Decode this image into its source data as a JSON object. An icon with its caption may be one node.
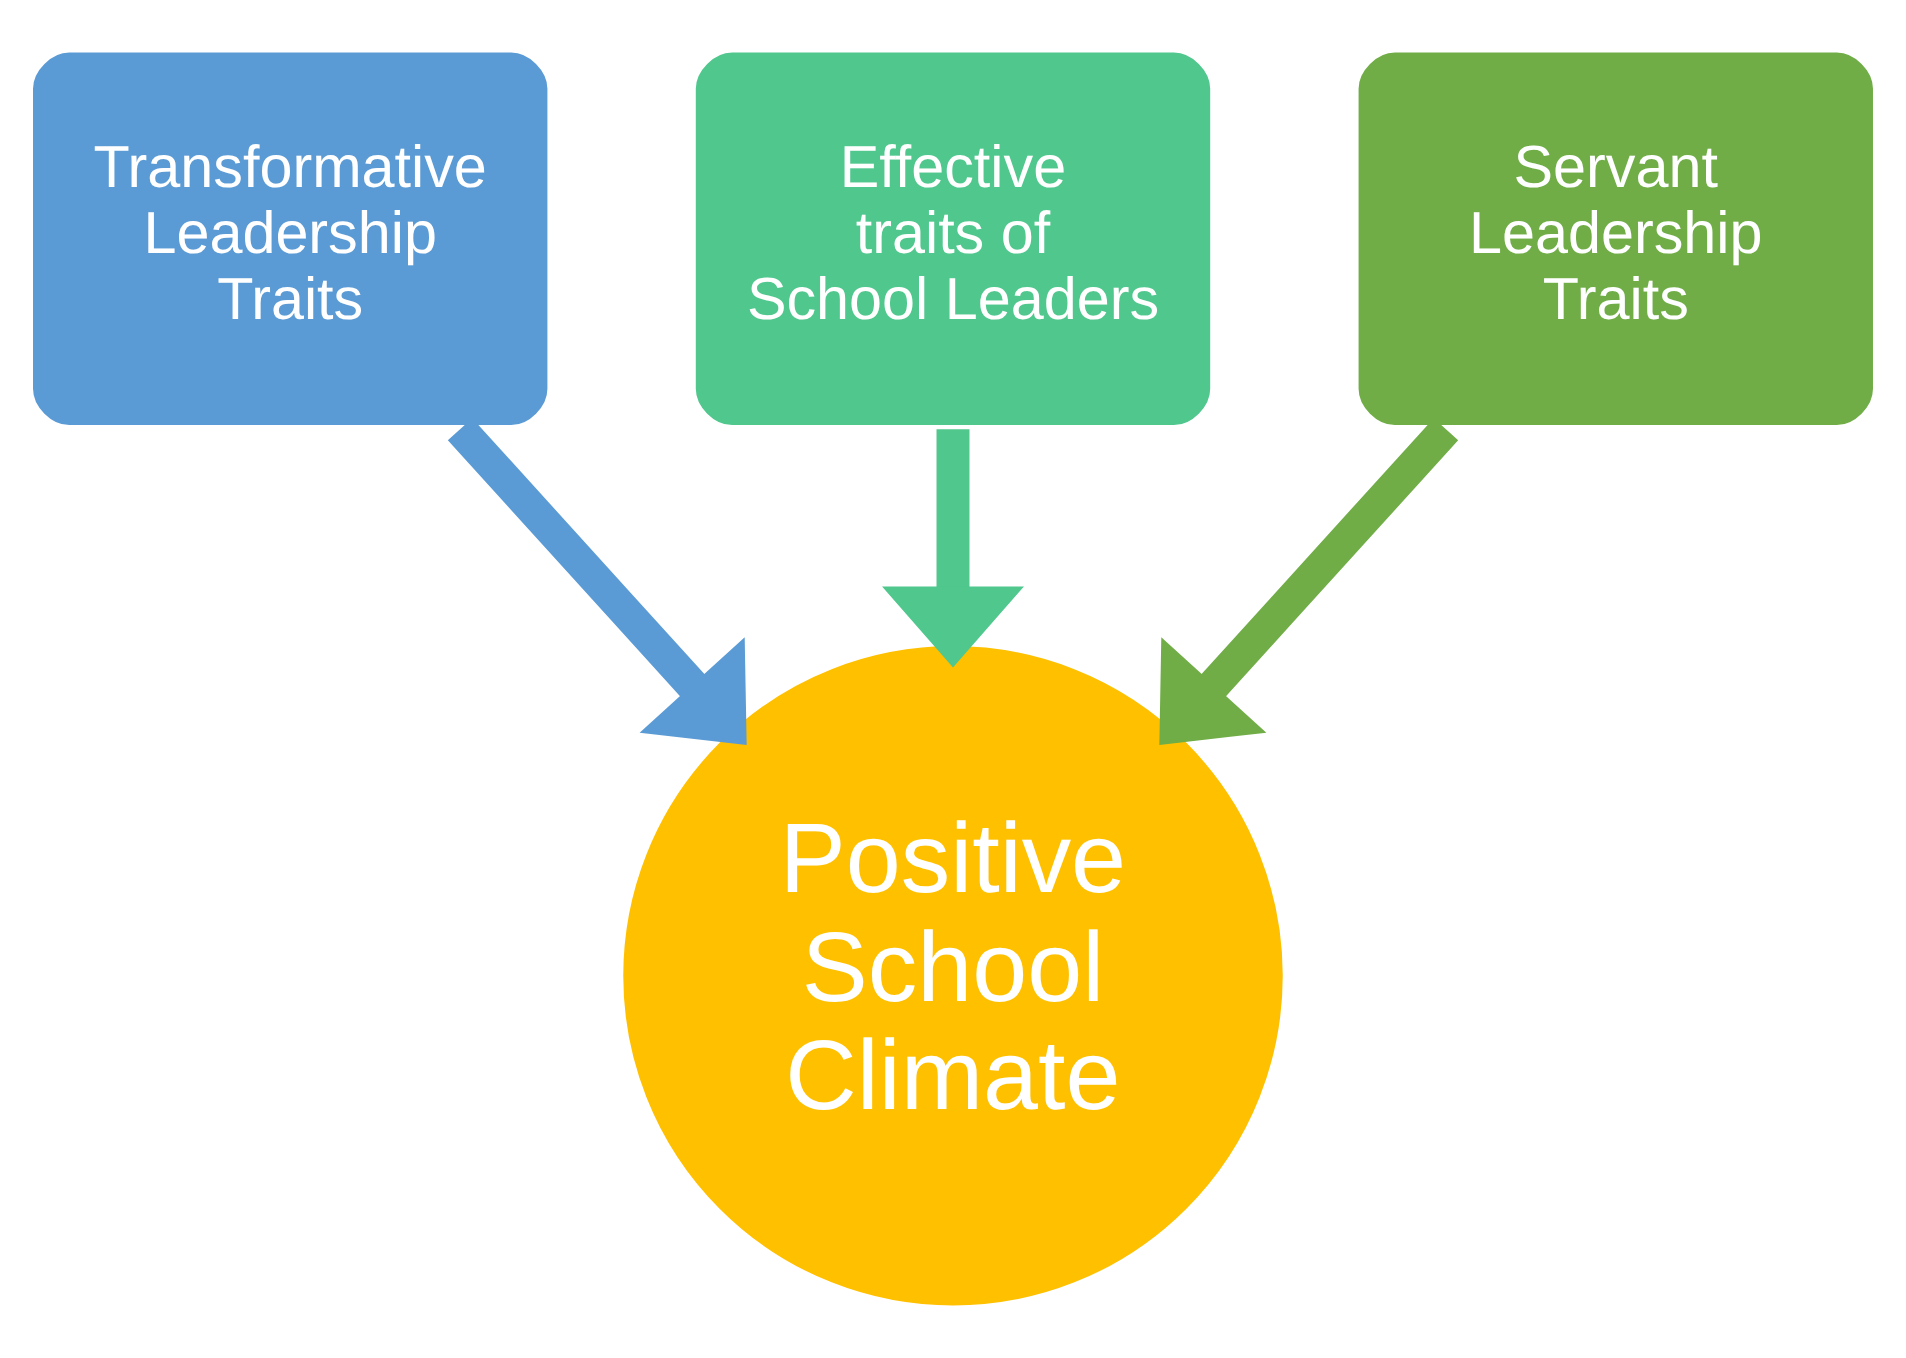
{
  "diagram": {
    "nodes": [
      {
        "text": [
          "Transformative Leadership Traits"
        ]
      },
      {
        "text": [
          "Effective traits of School Leaders"
        ]
      },
      {
        "text": [
          "Servant Leadership Traits"
        ]
      },
      {
        "text": [
          "Positive School Climate"
        ]
      }
    ],
    "edges": [
      {
        "from": 0,
        "to": 3,
        "arrow": "to",
        "color": "#5b9bd5"
      },
      {
        "from": 1,
        "to": 3,
        "arrow": "to",
        "color": "#4fc78d"
      },
      {
        "from": 2,
        "to": 3,
        "arrow": "to",
        "color": "#70ad47"
      }
    ]
  }
}
